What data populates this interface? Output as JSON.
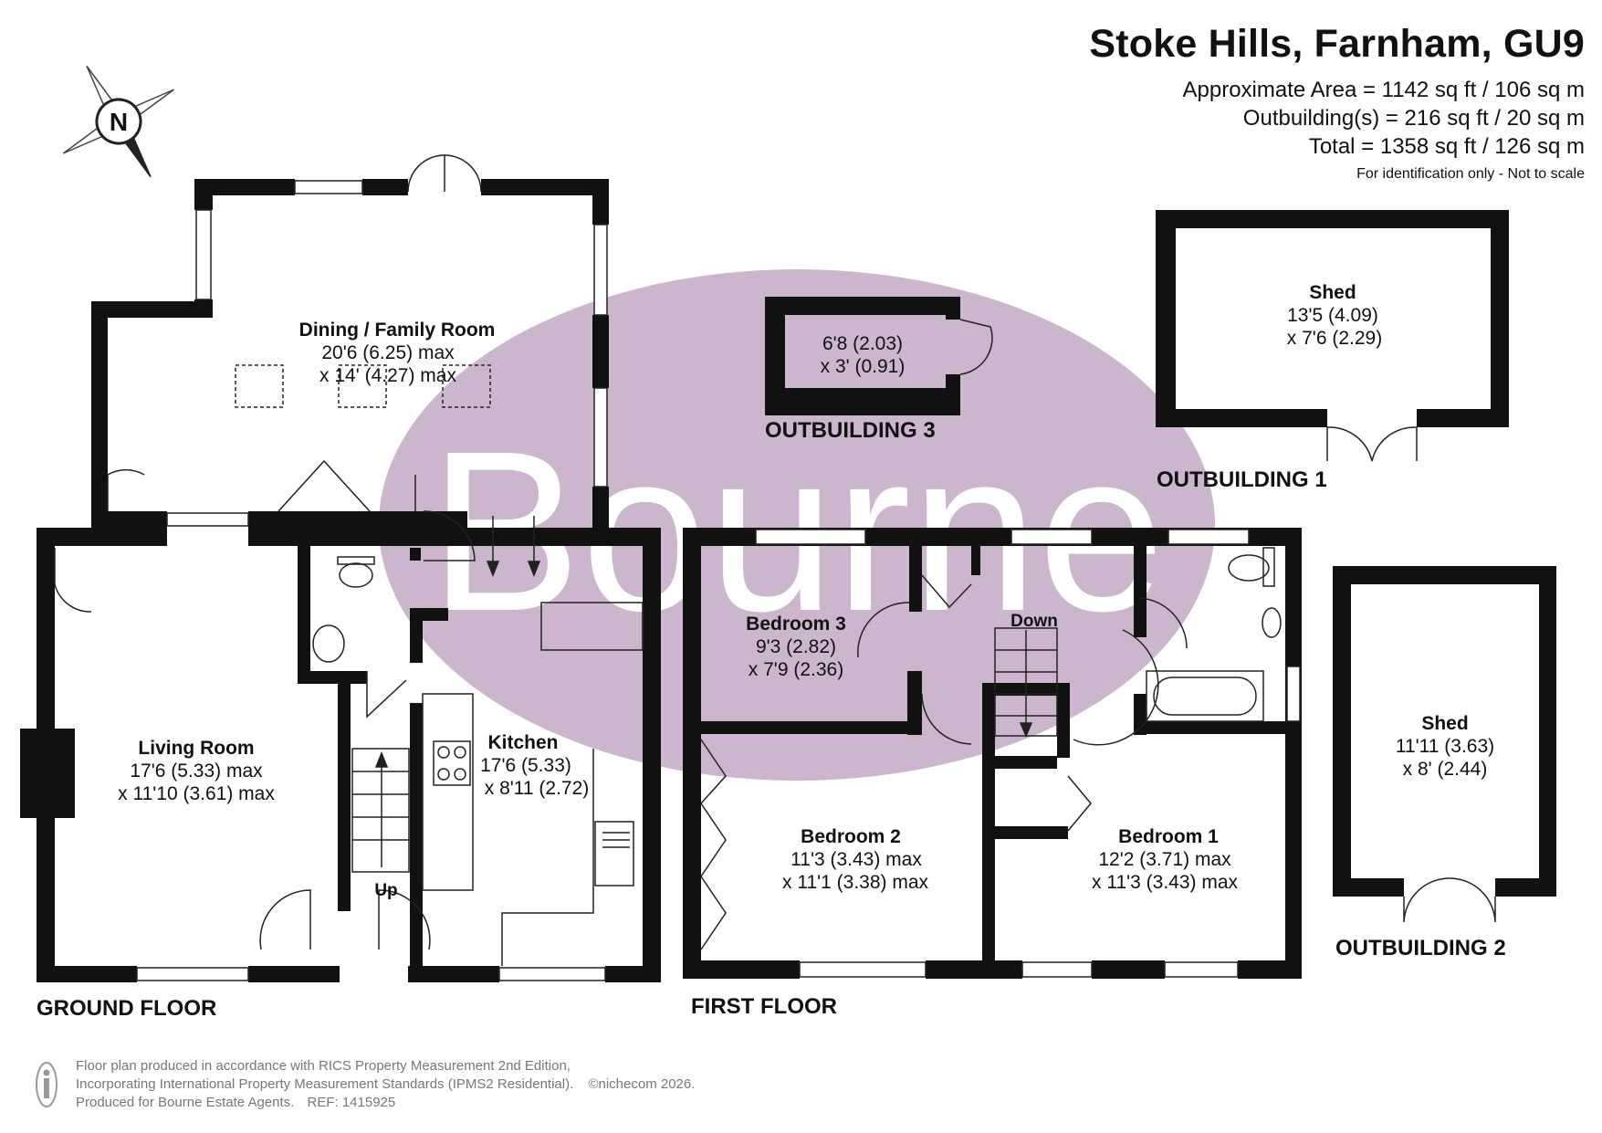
{
  "header": {
    "title": "Stoke Hills, Farnham, GU9",
    "approx_area": "Approximate Area = 1142 sq ft / 106 sq m",
    "outbuildings_area": "Outbuilding(s) = 216 sq ft / 20 sq m",
    "total_area": "Total = 1358 sq ft / 126 sq m",
    "disclaimer": "For identification only - Not to scale"
  },
  "compass": {
    "label": "N"
  },
  "watermark": {
    "text": "Bourne",
    "color": "#c9b5cc"
  },
  "rooms": {
    "dining": {
      "name": "Dining / Family Room",
      "dim1": "20'6 (6.25) max",
      "dim2": "x 14' (4.27) max"
    },
    "living": {
      "name": "Living Room",
      "dim1": "17'6 (5.33) max",
      "dim2": "x 11'10 (3.61) max"
    },
    "kitchen": {
      "name": "Kitchen",
      "dim1": "17'6 (5.33)",
      "dim2": "x 8'11 (2.72)"
    },
    "bedroom3": {
      "name": "Bedroom 3",
      "dim1": "9'3 (2.82)",
      "dim2": "x 7'9 (2.36)"
    },
    "bedroom2": {
      "name": "Bedroom 2",
      "dim1": "11'3 (3.43) max",
      "dim2": "x 11'1 (3.38) max"
    },
    "bedroom1": {
      "name": "Bedroom 1",
      "dim1": "12'2 (3.71) max",
      "dim2": "x 11'3 (3.43) max"
    },
    "out3": {
      "dim1": "6'8 (2.03)",
      "dim2": "x 3' (0.91)"
    },
    "shed1": {
      "name": "Shed",
      "dim1": "13'5 (4.09)",
      "dim2": "x 7'6 (2.29)"
    },
    "shed2": {
      "name": "Shed",
      "dim1": "11'11 (3.63)",
      "dim2": "x 8' (2.44)"
    }
  },
  "stairs": {
    "up": "Up",
    "down": "Down"
  },
  "floors": {
    "ground": "GROUND FLOOR",
    "first": "FIRST FLOOR",
    "out1": "OUTBUILDING 1",
    "out2": "OUTBUILDING 2",
    "out3": "OUTBUILDING 3"
  },
  "footer": {
    "line1": "Floor plan produced in accordance with RICS Property Measurement 2nd Edition,",
    "line2": "Incorporating International Property Measurement Standards (IPMS2 Residential).",
    "copyright": "©nichecom 2026.",
    "line3": "Produced for Bourne Estate Agents.",
    "ref": "REF:  1415925"
  }
}
